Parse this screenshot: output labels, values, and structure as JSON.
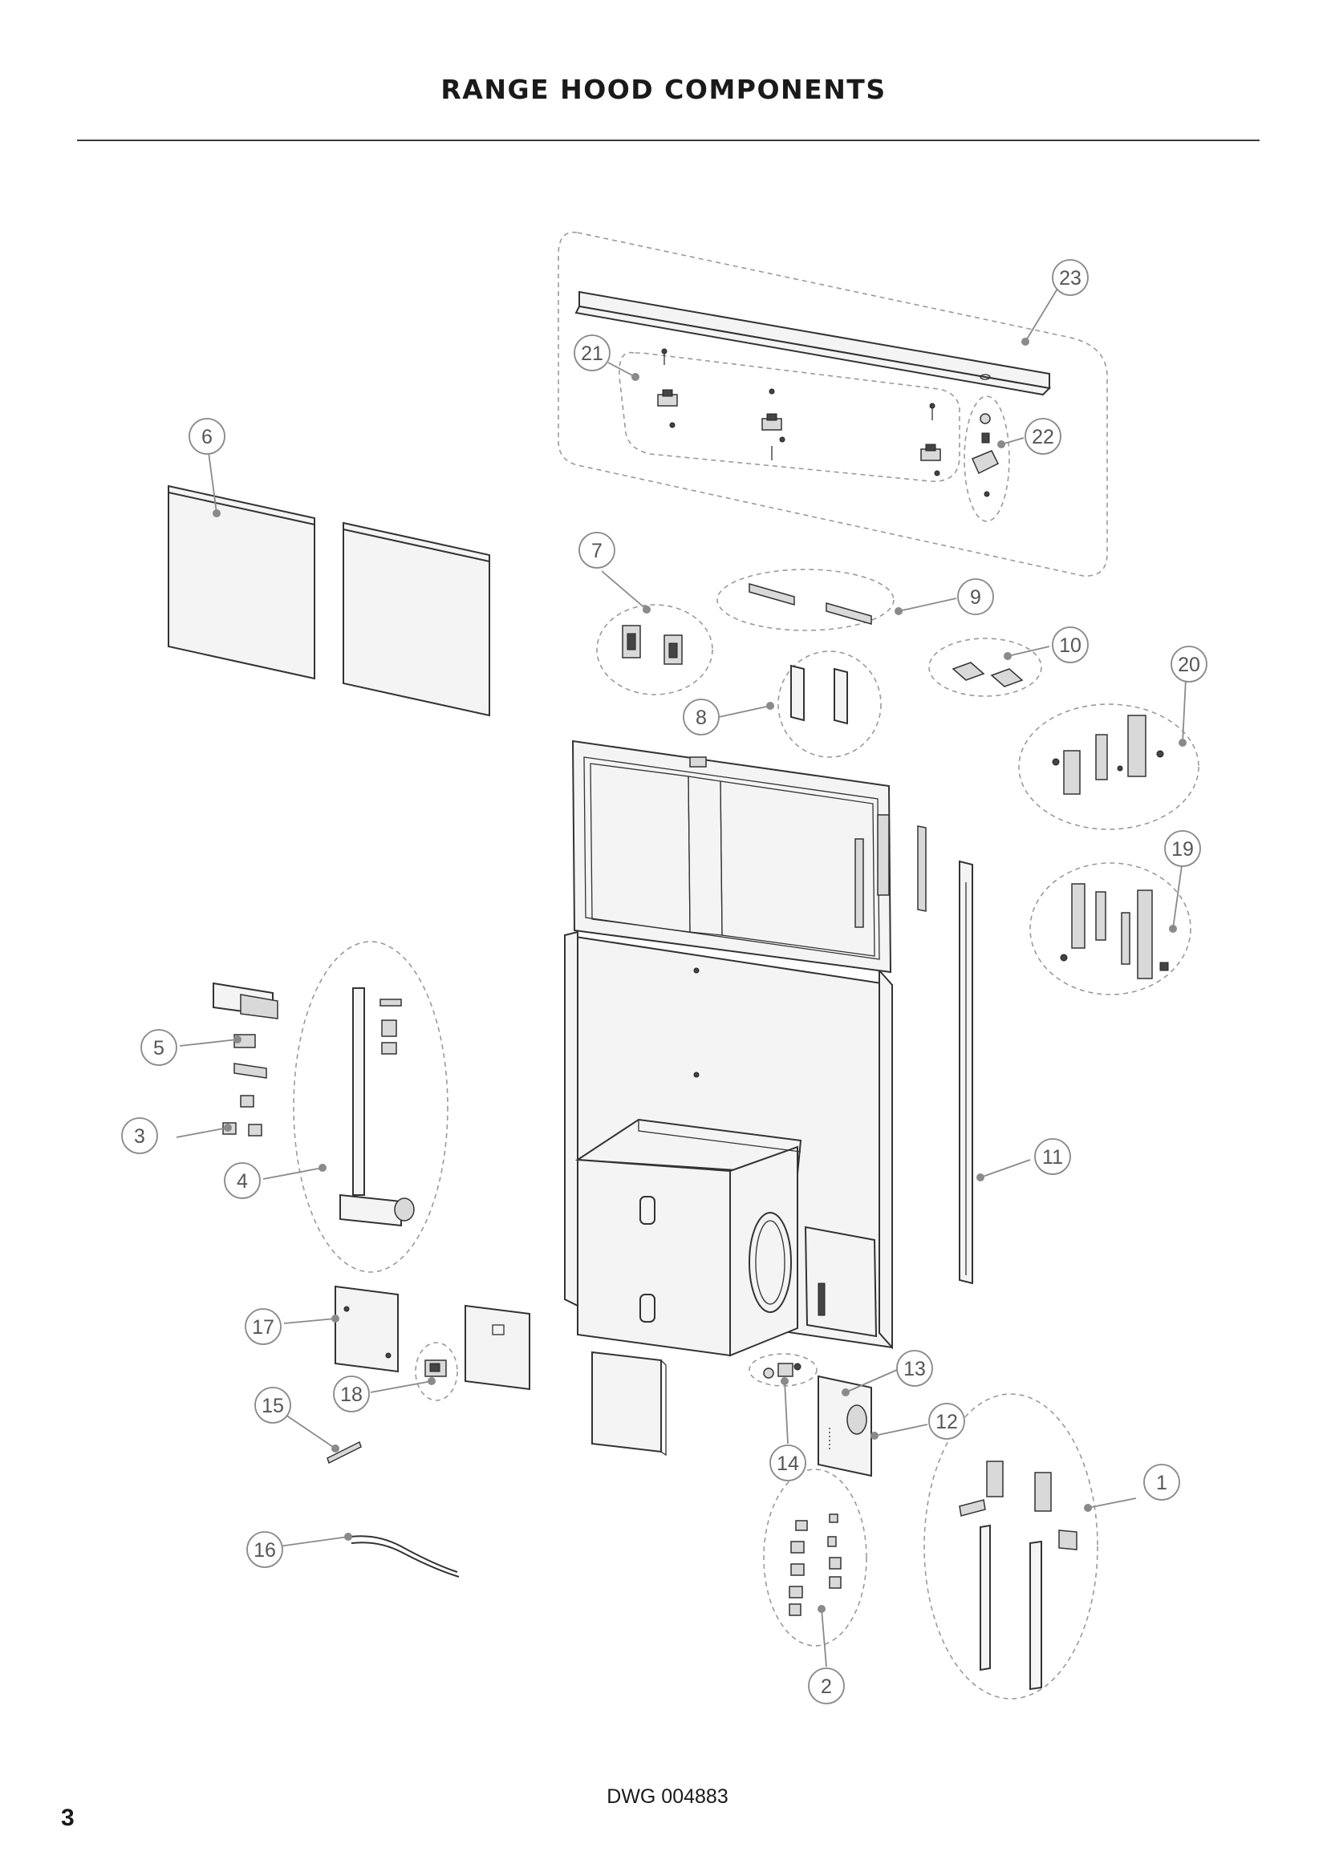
{
  "page": {
    "title": "RANGE HOOD COMPONENTS",
    "drawing_number": "DWG 004883",
    "page_number": "3"
  },
  "callouts": [
    "1",
    "2",
    "3",
    "4",
    "5",
    "6",
    "7",
    "8",
    "9",
    "10",
    "11",
    "12",
    "13",
    "14",
    "15",
    "16",
    "17",
    "18",
    "19",
    "20",
    "21",
    "22",
    "23"
  ],
  "colors": {
    "line": "#333333",
    "callout_stroke": "#8a8a8a",
    "leader": "#8a8a8a",
    "dashed": "#9a9a9a"
  }
}
